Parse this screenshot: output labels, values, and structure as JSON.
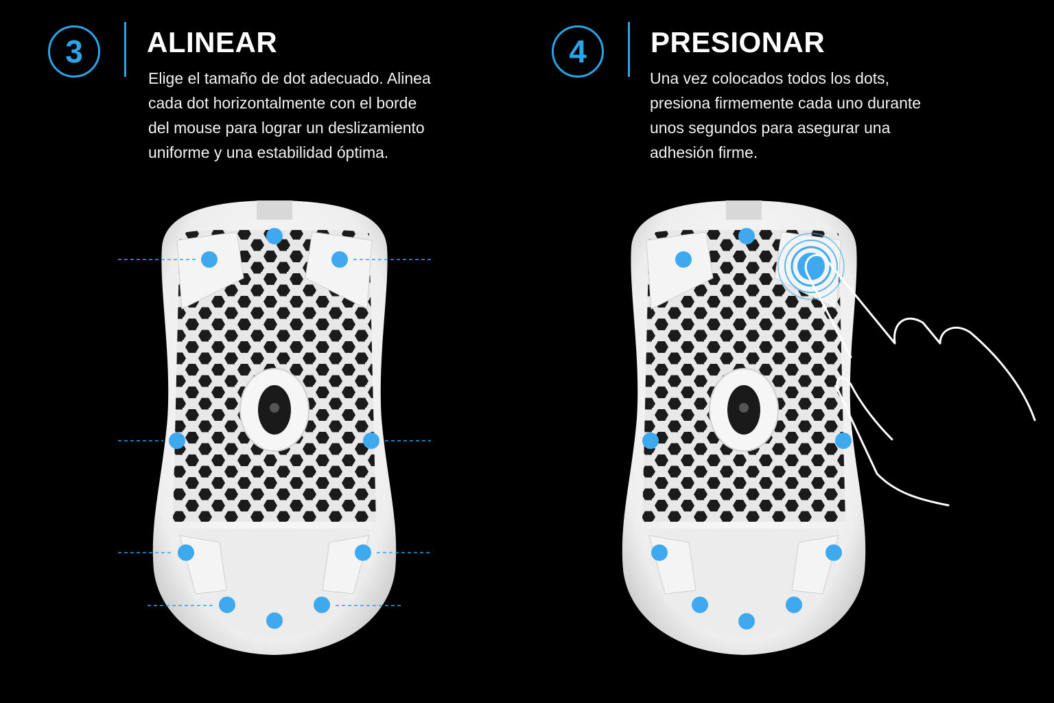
{
  "steps": [
    {
      "number": "3",
      "title": "ALINEAR",
      "text": "Elige el tamaño de dot adecuado. Alinea cada dot horizontalmente con el borde del mouse para lograr un deslizamiento uniforme y una estabilidad óptima."
    },
    {
      "number": "4",
      "title": "PRESIONAR",
      "text": "Una vez colocados todos los dots, presiona firmemente cada uno durante unos segundos para asegurar una adhesión firme."
    }
  ],
  "colors": {
    "accent": "#2aa6e8",
    "dot": "#3fa9f0",
    "background": "#000000",
    "mouse_shell": "#f1f1f1"
  }
}
